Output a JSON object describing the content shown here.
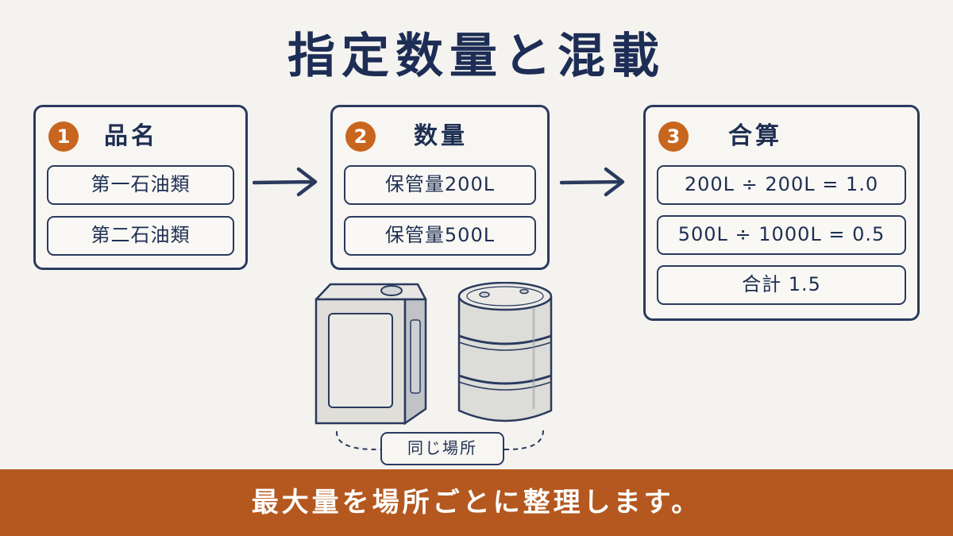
{
  "title": "指定数量と混載",
  "steps": [
    {
      "number": "1",
      "label": "品名",
      "items": [
        "第一石油類",
        "第二石油類"
      ]
    },
    {
      "number": "2",
      "label": "数量",
      "items": [
        "保管量200L",
        "保管量500L"
      ]
    },
    {
      "number": "3",
      "label": "合算",
      "items": [
        "200L ÷ 200L = 1.0",
        "500L ÷ 1000L = 0.5",
        "合計 1.5"
      ]
    }
  ],
  "illustration": {
    "icons": [
      "square-can-icon",
      "drum-icon"
    ],
    "label": "同じ場所"
  },
  "footer": {
    "text": "最大量を場所ごとに整理します。"
  },
  "colors": {
    "ink": "#2a3a5e",
    "accent": "#c8651e",
    "footer": "#b4581f",
    "background": "#f4f3ef"
  }
}
